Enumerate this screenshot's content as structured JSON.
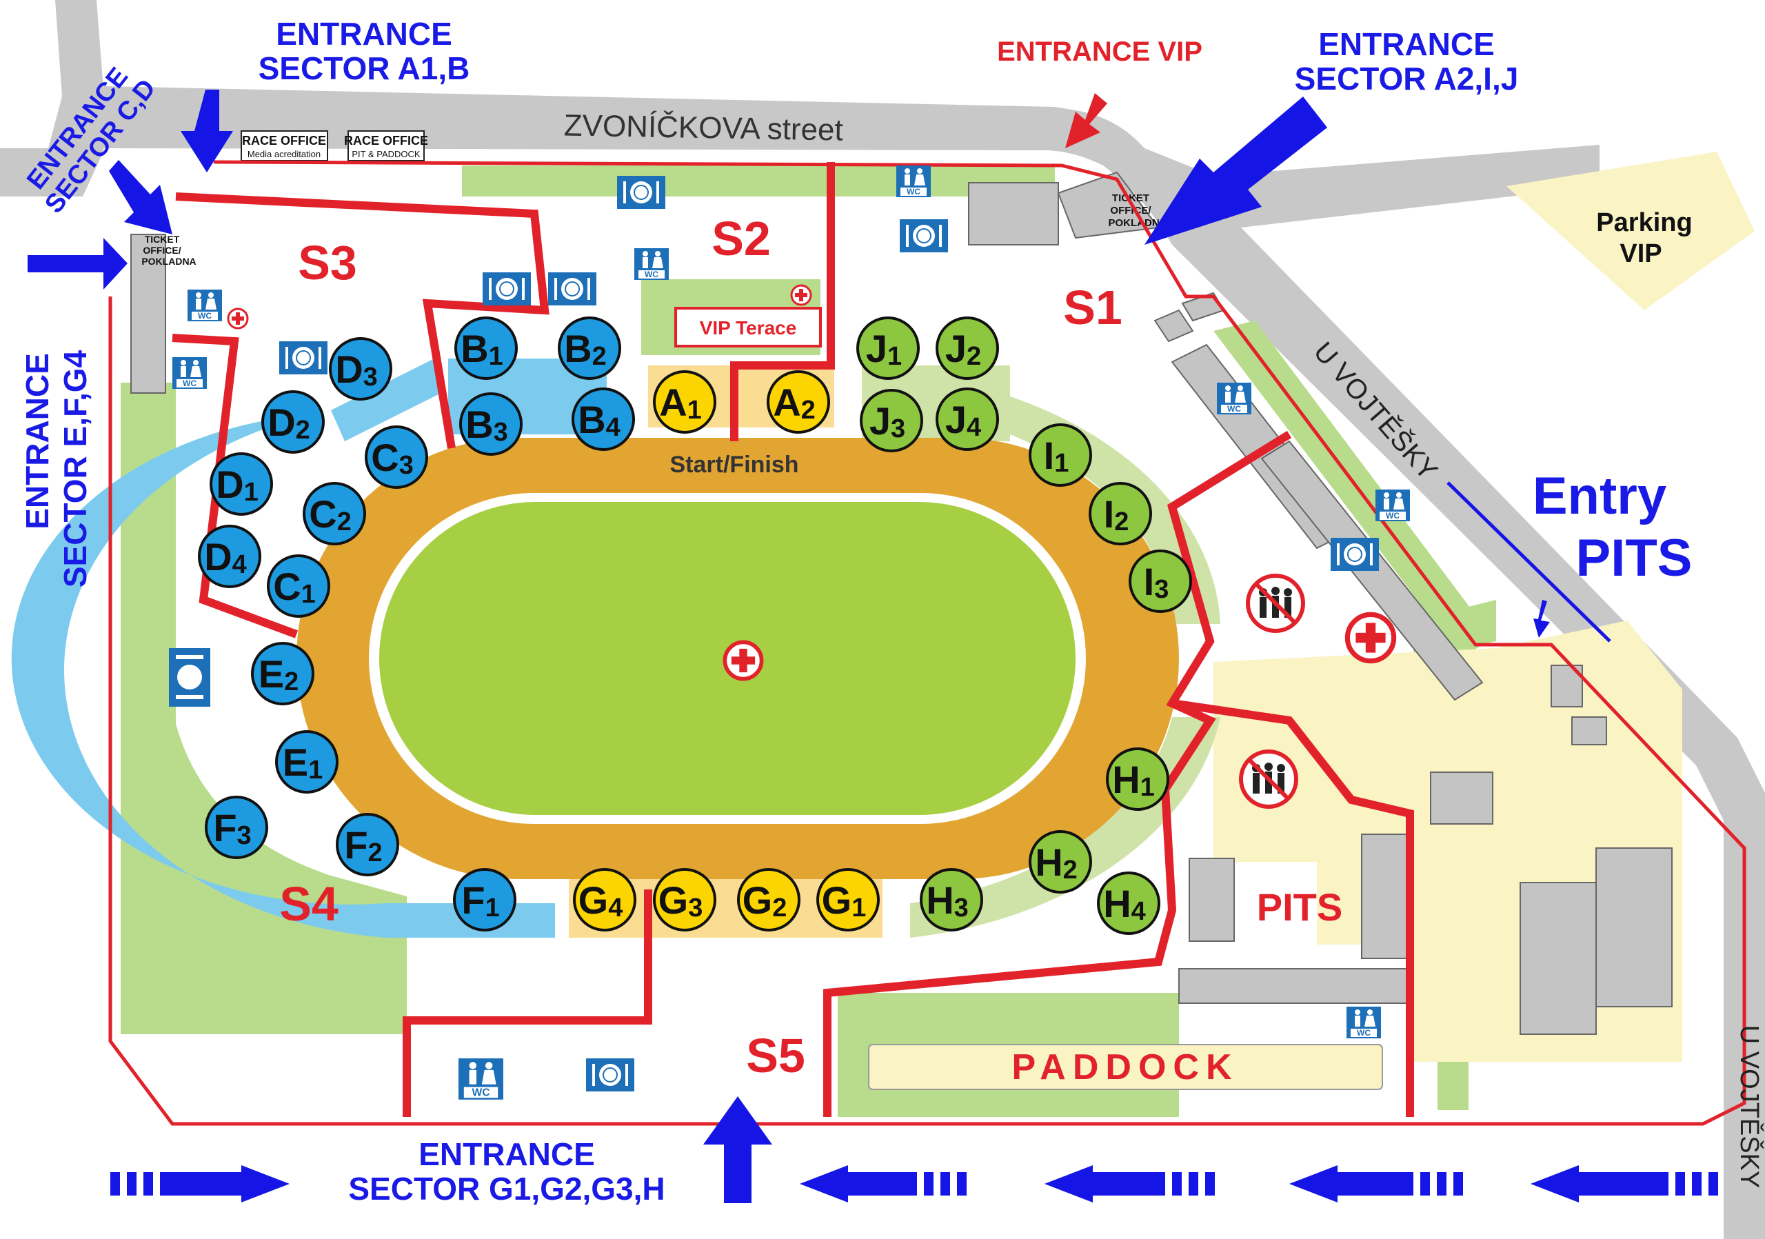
{
  "streets": {
    "zvonickova": "ZVONÍČKOVA street",
    "vojtesky_diag": "U VOJTĚŠKY",
    "vojtesky_right": "U VOJTĚŠKY"
  },
  "entrances": {
    "a1b": [
      "ENTRANCE",
      "SECTOR A1,B"
    ],
    "vip": "ENTRANCE VIP",
    "a2ij": [
      "ENTRANCE",
      "SECTOR A2,I,J"
    ],
    "cd": [
      "ENTRANCE",
      "SECTOR C,D"
    ],
    "efg4": [
      "ENTRANCE",
      "SECTOR E,F,G4"
    ],
    "g123h": [
      "ENTRANCE",
      "SECTOR G1,G2,G3,H"
    ],
    "pits": [
      "Entry",
      "PITS"
    ]
  },
  "offices": {
    "race_media": [
      "RACE OFFICE",
      "Media acreditation"
    ],
    "race_pit": [
      "RACE OFFICE",
      "PIT & PADDOCK"
    ],
    "ticket_left": [
      "TICKET",
      "OFFICE/",
      "POKLADNA"
    ],
    "ticket_right": [
      "TICKET",
      "OFFICE/",
      "POKLADNA"
    ]
  },
  "areas": {
    "parking_vip": [
      "Parking",
      "VIP"
    ],
    "vip_terace": "VIP Terace",
    "start_finish": "Start/Finish",
    "pits": "PITS",
    "paddock": "PADDOCK"
  },
  "sections": {
    "s1": "S1",
    "s2": "S2",
    "s3": "S3",
    "s4": "S4",
    "s5": "S5"
  },
  "wc_label": "WC",
  "colors": {
    "street": "#c8c8c8",
    "boundary": "#e2222a",
    "track": "#e3a532",
    "field": "#a6cf44",
    "stand_blue": "#7ccbee",
    "stand_green": "#cfe3a8",
    "stand_yellow": "#fadd92",
    "pits_area": "#faf3c4",
    "grass": "#b8dc8c",
    "arrow_blue": "#1515e6",
    "label_blue": "#1a1ae6",
    "label_red": "#e2222a",
    "sector_blue": "#1e9be0",
    "sector_green": "#8dc63f",
    "sector_yellow": "#fcd500"
  },
  "sectors": [
    {
      "label": "A",
      "sub": "1",
      "color": "yellow"
    },
    {
      "label": "A",
      "sub": "2",
      "color": "yellow"
    },
    {
      "label": "B",
      "sub": "1",
      "color": "blue"
    },
    {
      "label": "B",
      "sub": "2",
      "color": "blue"
    },
    {
      "label": "B",
      "sub": "3",
      "color": "blue"
    },
    {
      "label": "B",
      "sub": "4",
      "color": "blue"
    },
    {
      "label": "C",
      "sub": "1",
      "color": "blue"
    },
    {
      "label": "C",
      "sub": "2",
      "color": "blue"
    },
    {
      "label": "C",
      "sub": "3",
      "color": "blue"
    },
    {
      "label": "D",
      "sub": "1",
      "color": "blue"
    },
    {
      "label": "D",
      "sub": "2",
      "color": "blue"
    },
    {
      "label": "D",
      "sub": "3",
      "color": "blue"
    },
    {
      "label": "D",
      "sub": "4",
      "color": "blue"
    },
    {
      "label": "E",
      "sub": "1",
      "color": "blue"
    },
    {
      "label": "E",
      "sub": "2",
      "color": "blue"
    },
    {
      "label": "F",
      "sub": "1",
      "color": "blue"
    },
    {
      "label": "F",
      "sub": "2",
      "color": "blue"
    },
    {
      "label": "F",
      "sub": "3",
      "color": "blue"
    },
    {
      "label": "G",
      "sub": "1",
      "color": "yellow"
    },
    {
      "label": "G",
      "sub": "2",
      "color": "yellow"
    },
    {
      "label": "G",
      "sub": "3",
      "color": "yellow"
    },
    {
      "label": "G",
      "sub": "4",
      "color": "yellow"
    },
    {
      "label": "H",
      "sub": "1",
      "color": "green"
    },
    {
      "label": "H",
      "sub": "2",
      "color": "green"
    },
    {
      "label": "H",
      "sub": "3",
      "color": "green"
    },
    {
      "label": "H",
      "sub": "4",
      "color": "green"
    },
    {
      "label": "I",
      "sub": "1",
      "color": "green"
    },
    {
      "label": "I",
      "sub": "2",
      "color": "green"
    },
    {
      "label": "I",
      "sub": "3",
      "color": "green"
    },
    {
      "label": "J",
      "sub": "1",
      "color": "green"
    },
    {
      "label": "J",
      "sub": "2",
      "color": "green"
    },
    {
      "label": "J",
      "sub": "3",
      "color": "green"
    },
    {
      "label": "J",
      "sub": "4",
      "color": "green"
    }
  ]
}
